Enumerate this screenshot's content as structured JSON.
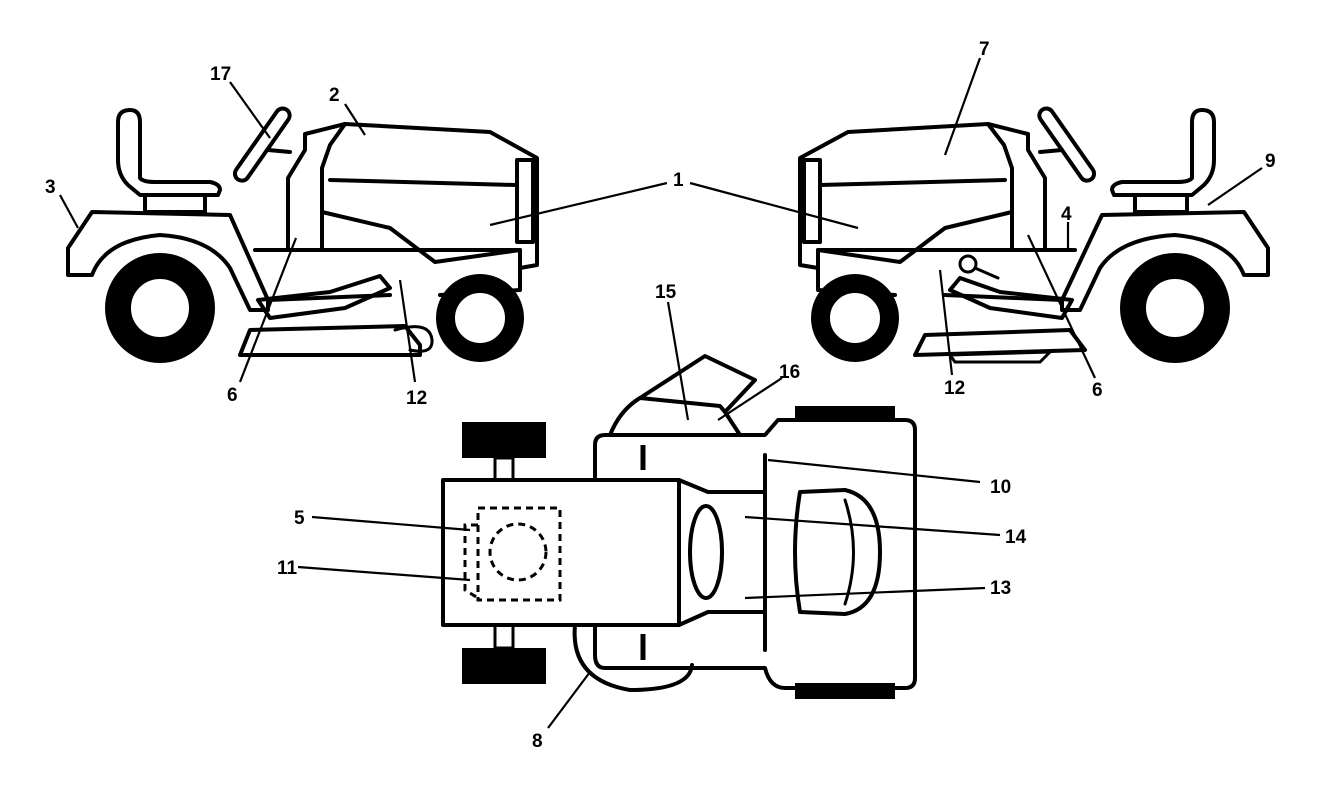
{
  "colors": {
    "line": "#000000",
    "background": "#ffffff"
  },
  "callouts": [
    {
      "id": "17",
      "text": "17"
    },
    {
      "id": "2",
      "text": "2"
    },
    {
      "id": "3",
      "text": "3"
    },
    {
      "id": "1a",
      "text": "1"
    },
    {
      "id": "7",
      "text": "7"
    },
    {
      "id": "9",
      "text": "9"
    },
    {
      "id": "4",
      "text": "4"
    },
    {
      "id": "6a",
      "text": "6"
    },
    {
      "id": "12a",
      "text": "12"
    },
    {
      "id": "12b",
      "text": "12"
    },
    {
      "id": "6b",
      "text": "6"
    },
    {
      "id": "15",
      "text": "15"
    },
    {
      "id": "16",
      "text": "16"
    },
    {
      "id": "10",
      "text": "10"
    },
    {
      "id": "5",
      "text": "5"
    },
    {
      "id": "14",
      "text": "14"
    },
    {
      "id": "11",
      "text": "11"
    },
    {
      "id": "13",
      "text": "13"
    },
    {
      "id": "8",
      "text": "8"
    }
  ]
}
